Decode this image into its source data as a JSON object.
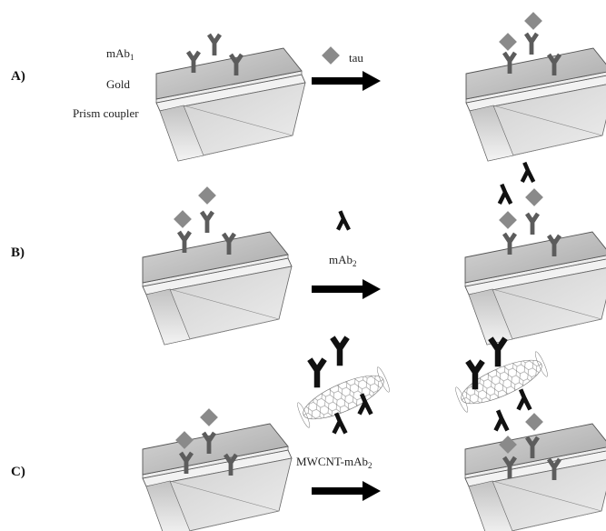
{
  "panels": {
    "a": {
      "label": "A)"
    },
    "b": {
      "label": "B)"
    },
    "c": {
      "label": "C)"
    }
  },
  "layers": {
    "antibody_prefix": "mAb",
    "antibody_sub": "1",
    "gold": "Gold",
    "prism": "Prism coupler"
  },
  "reagents": {
    "tau": "tau",
    "mab2_prefix": "mAb",
    "mab2_sub": "2",
    "mwcnt_prefix": "MWCNT-mAb",
    "mwcnt_sub": "2"
  },
  "colors": {
    "antibody_primary": "#5c5c5c",
    "antigen": "#8a8a8a",
    "antibody_secondary": "#111111",
    "arrow": "#000000"
  }
}
